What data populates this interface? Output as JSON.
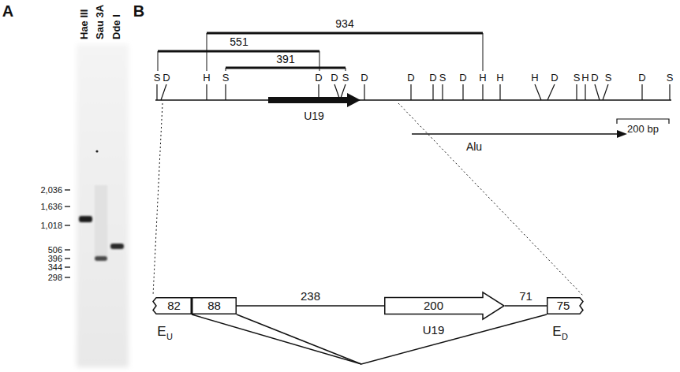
{
  "diagram": {
    "nodes": [
      {
        "text": [
          "82"
        ]
      },
      {
        "text": [
          "88"
        ]
      },
      {
        "text": [
          "200",
          "U19"
        ]
      },
      {
        "text": [
          "75"
        ]
      }
    ],
    "edges": [
      {
        "from": 1,
        "to": 2,
        "label": "238",
        "arrow": "none"
      },
      {
        "from": 2,
        "to": 3,
        "label": "71",
        "arrow": "none"
      },
      {
        "from": 1,
        "to": 3,
        "arrow": "none"
      }
    ],
    "labels": [
      "A",
      "Hae III",
      "Sau 3A",
      "Dde I",
      "2,036",
      "1,636",
      "1,018",
      "506",
      "396",
      "344",
      "298",
      "B",
      "934",
      "551",
      "391",
      "S",
      "D",
      "H",
      "S",
      "D",
      "D",
      "S",
      "D",
      "D",
      "D",
      "S",
      "D",
      "H",
      "H",
      "H",
      "D",
      "S",
      "H",
      "D",
      "S",
      "D",
      "S",
      "U19",
      "Alu",
      "200 bp",
      "E",
      "U",
      "E",
      "D"
    ]
  }
}
